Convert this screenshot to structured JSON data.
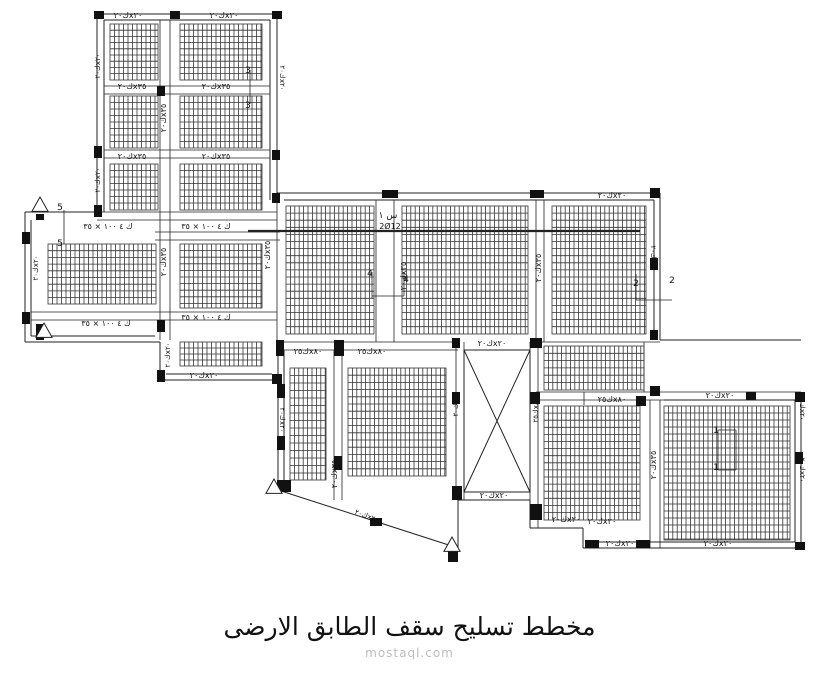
{
  "caption": "مخطط تسليح سقف الطابق الارضى",
  "watermark": "mostaql.com",
  "labels": {
    "beam_2030": "ك٢٠x٢٠",
    "beam_2035": "ك٢٠x٣٥",
    "beam_2035_vert": "ك٢٠x٣٥",
    "beam_35x100": "ك ٤ ١٠٠ × ٣٥",
    "beam_3580": "ك٢٥x٨٠",
    "beam_3580b": "ك٢٥x٨٠",
    "section_1": "س ١",
    "bar_note": "2Ø12",
    "sec1": "1",
    "sec2": "2",
    "sec3": "3",
    "sec4": "4",
    "sec5": "5"
  }
}
